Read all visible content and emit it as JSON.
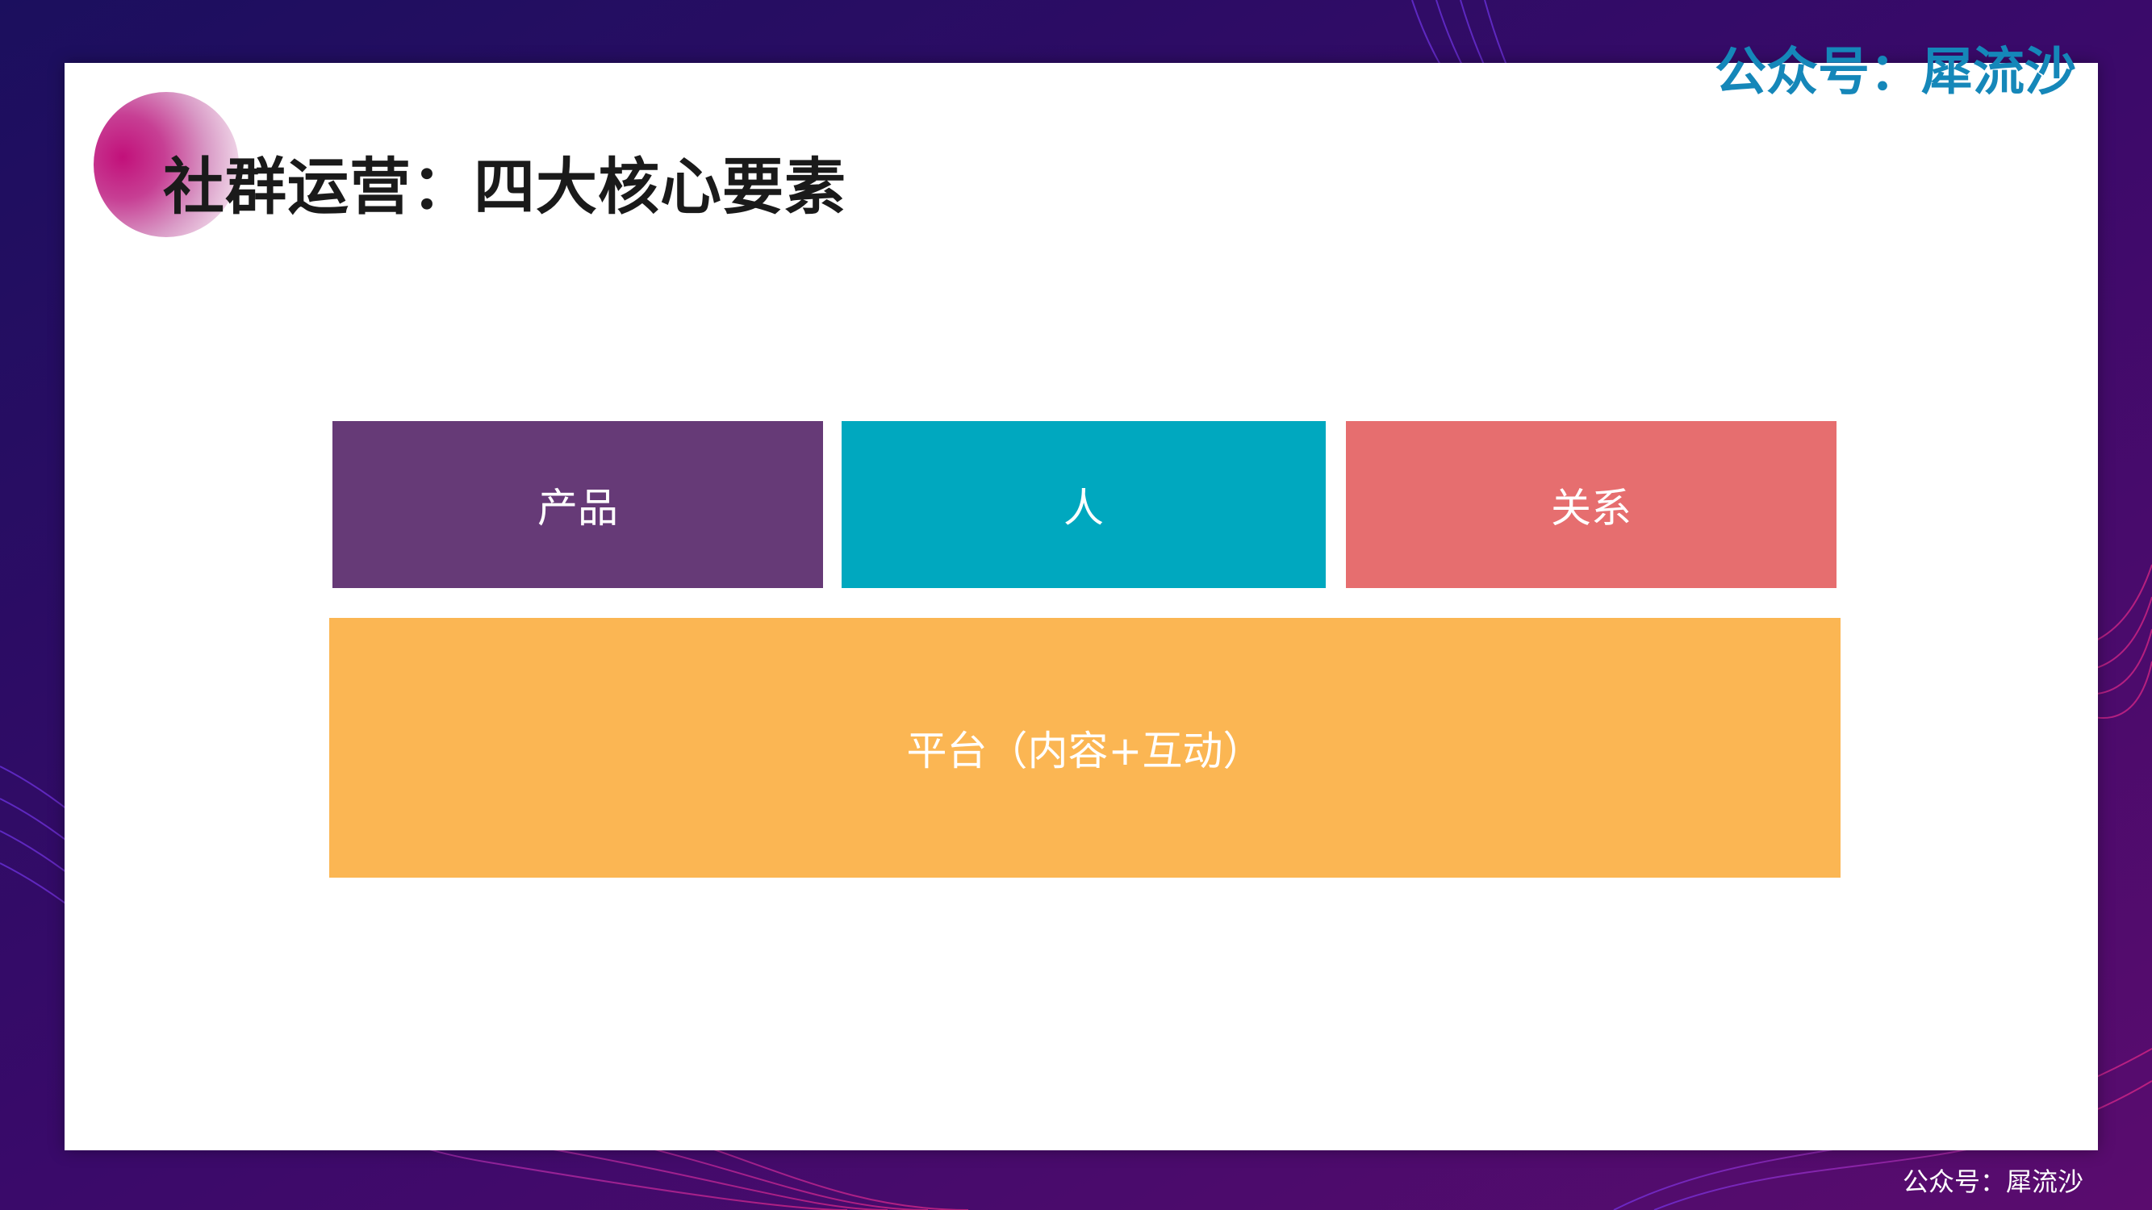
{
  "slide": {
    "title": "社群运营：四大核心要素"
  },
  "diagram": {
    "top_row": [
      {
        "label": "产品",
        "color": "#663a77"
      },
      {
        "label": "人",
        "color": "#00a8bf"
      },
      {
        "label": "关系",
        "color": "#e66e6f"
      }
    ],
    "foundation": {
      "label": "平台（内容+互动）",
      "color": "#fbb653"
    }
  },
  "watermark": {
    "top": "公众号：犀流沙",
    "bottom": "公众号：犀流沙"
  },
  "colors": {
    "background": "#2a0a5c",
    "accent_magenta": "#c2107a",
    "watermark_blue": "#1587b9"
  }
}
